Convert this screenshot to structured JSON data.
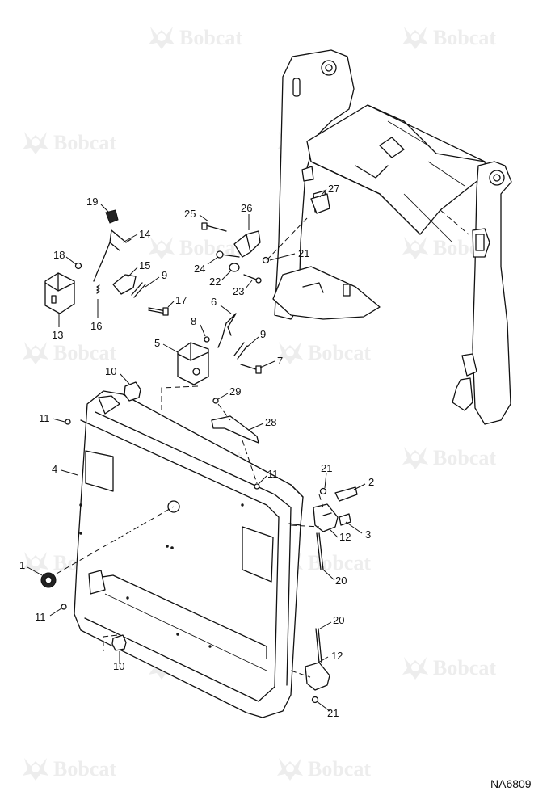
{
  "watermark": {
    "brand": "Bobcat",
    "mark": "bobcat-logo-icon"
  },
  "drawing_number": "NA6809",
  "callouts": {
    "c1": "1",
    "c2": "2",
    "c3": "3",
    "c4": "4",
    "c5": "5",
    "c6": "6",
    "c7": "7",
    "c8": "8",
    "c9a": "9",
    "c9b": "9",
    "c10a": "10",
    "c10b": "10",
    "c11a": "11",
    "c11b": "11",
    "c11c": "11",
    "c12a": "12",
    "c12b": "12",
    "c13": "13",
    "c14": "14",
    "c15": "15",
    "c16": "16",
    "c17": "17",
    "c18": "18",
    "c19": "19",
    "c20a": "20",
    "c20b": "20",
    "c21a": "21",
    "c21b": "21",
    "c21c": "21",
    "c22": "22",
    "c23": "23",
    "c24": "24",
    "c25": "25",
    "c26": "26",
    "c27": "27",
    "c28": "28",
    "c29": "29"
  }
}
